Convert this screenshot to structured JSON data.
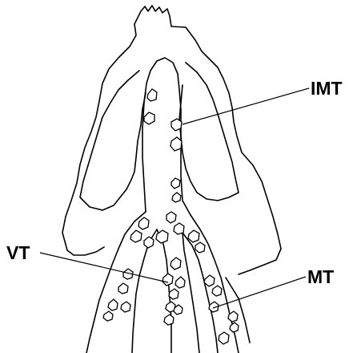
{
  "labels": {
    "imt": "IMT",
    "vt": "VT",
    "mt": "MT"
  },
  "colors": {
    "line": "#000000",
    "background": "#ffffff"
  }
}
